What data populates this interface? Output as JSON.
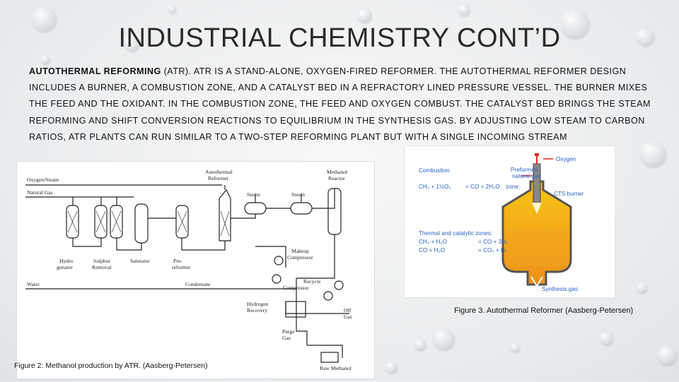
{
  "slide": {
    "title": "INDUSTRIAL CHEMISTRY CONT’D",
    "body_bold": "AUTOTHERMAL REFORMING",
    "body_rest": " (ATR).  ATR IS A STAND-ALONE, OXYGEN-FIRED REFORMER. THE AUTOTHERMAL REFORMER DESIGN INCLUDES A BURNER, A COMBUSTION ZONE, AND A CATALYST BED IN A REFRACTORY LINED PRESSURE VESSEL. THE BURNER MIXES THE FEED AND THE OXIDANT.  IN THE COMBUSTION ZONE, THE FEED AND OXYGEN COMBUST.  THE CATALYST BED BRINGS THE STEAM REFORMING AND SHIFT CONVERSION REACTIONS TO EQUILIBRIUM IN THE SYNTHESIS GAS.  BY ADJUSTING LOW STEAM TO CARBON RATIOS, ATR PLANTS CAN RUN SIMILAR TO A TWO-STEP REFORMING PLANT BUT WITH A SINGLE INCOMING STREAM"
  },
  "figure2": {
    "caption": "Figure 2: Methanol production by ATR. (Aasberg-Petersen)",
    "labels": {
      "oxygen_steam": "Oxygen/Steam",
      "natural_gas": "Natural Gas",
      "atr_1": "Autothermal",
      "atr_2": "Reformer",
      "methanol_reactor_1": "Methanol",
      "methanol_reactor_2": "Reactor",
      "steam_1": "Steam",
      "steam_2": "Steam",
      "hydrogenator_1": "Hydro",
      "hydrogenator_2": "genator",
      "sulphur_1": "Sulphur",
      "sulphur_2": "Removal",
      "saturator": "Saturator",
      "prereformer_1": "Pre-",
      "prereformer_2": "reformer",
      "makeup_1": "Makeup",
      "makeup_2": "Compressor",
      "recycle_1": "Recycle",
      "recycle_2": "Compressor",
      "water": "Water",
      "condensate": "Condensate",
      "h2_recovery_1": "Hydrogen",
      "h2_recovery_2": "Recovery",
      "offgas_1": "Off",
      "offgas_2": "Gas",
      "purge_1": "Purge",
      "purge_2": "Gas",
      "raw_methanol": "Raw Methanol"
    }
  },
  "figure3": {
    "caption": "Figure 3. Autothermal Reformer (Aasberg-Petersen)",
    "labels": {
      "oxygen": "Oxygen",
      "preformed_1": "Preformed",
      "preformed_2": "natural gas",
      "combustion_1": "Combustion",
      "combustion_2": "zone:",
      "cts_burner": "CTS burner",
      "thermal_zones": "Thermal  and  catalytic  zones:",
      "synthesis_gas": "Synthesis gas"
    },
    "equations": {
      "combustion_lhs": "CH₄ + 1½O₂",
      "combustion_rhs": "=   CO + 2H₂O",
      "reforming_lhs": "CH₄  +  H₂O",
      "reforming_rhs": "=    CO   +  3H₂",
      "shift_lhs": "CO + H₂O",
      "shift_rhs": "=   CO₂ + H₂"
    },
    "colors": {
      "red_accent": "#e02a1f",
      "blue_text": "#2b63c6",
      "vessel_top": "#f6c515",
      "vessel_bottom": "#ef8f1a"
    }
  }
}
